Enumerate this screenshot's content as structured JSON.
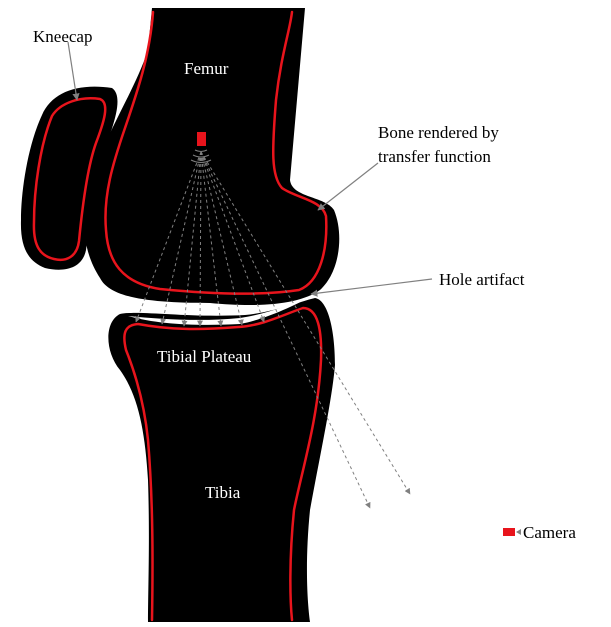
{
  "labels": {
    "kneecap": "Kneecap",
    "femur": "Femur",
    "bone_line1": "Bone rendered by",
    "bone_line2": "transfer function",
    "hole_artifact": "Hole artifact",
    "tibial_plateau": "Tibial Plateau",
    "tibia": "Tibia",
    "camera": "Camera"
  },
  "colors": {
    "bone_fill": "#000000",
    "outline": "#e8141c",
    "camera": "#e8141c",
    "ray": "#808080",
    "label_on_bone": "#ffffff",
    "label_outside": "#000000"
  },
  "icons": {
    "camera": "camera-icon"
  }
}
